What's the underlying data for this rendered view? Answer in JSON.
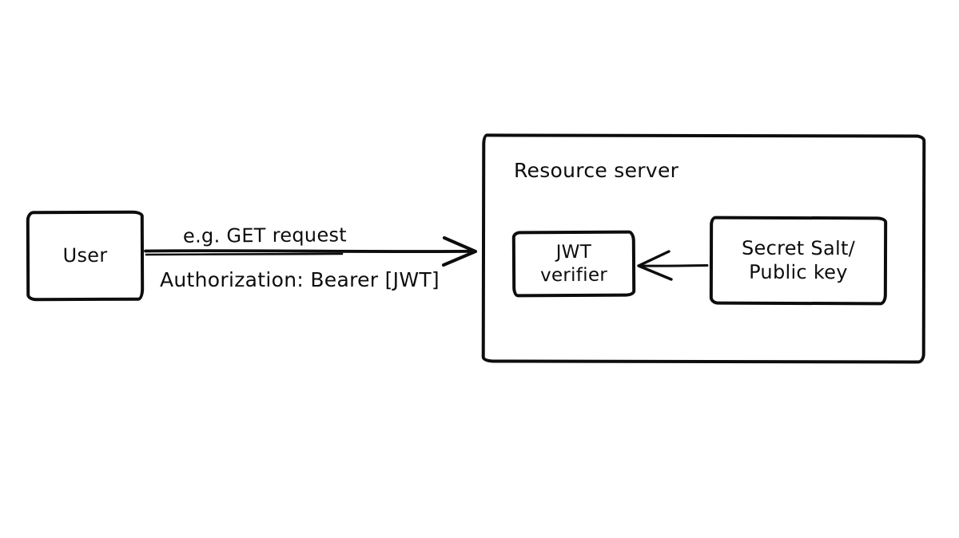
{
  "canvas": {
    "background": "#ffffff",
    "stroke_color": "#0d0d0d"
  },
  "nodes": {
    "user": {
      "label": "User"
    },
    "resource_server": {
      "title": "Resource server"
    },
    "jwt_verifier": {
      "line1": "JWT",
      "line2": "verifier"
    },
    "secret_key": {
      "line1": "Secret Salt/",
      "line2": "Public key"
    }
  },
  "edges": {
    "user_to_resource": {
      "label_above": "e.g. GET request",
      "label_below": "Authorization: Bearer [JWT]"
    },
    "key_to_verifier": {}
  }
}
